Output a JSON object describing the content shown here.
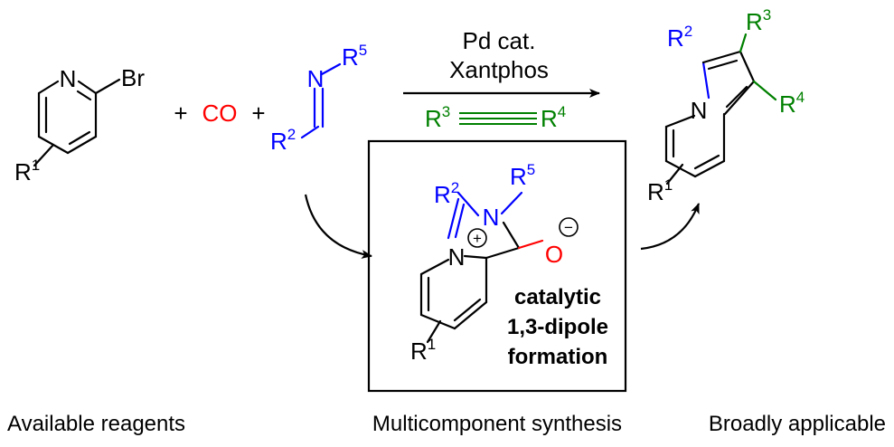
{
  "colors": {
    "black": "#000000",
    "blue": "#0000ff",
    "red": "#ff0000",
    "green": "#008000"
  },
  "reagent_pyridine": {
    "N": "N",
    "Br": "Br",
    "R1": "R",
    "R1_sup": "1"
  },
  "plus1": "+",
  "co": "CO",
  "plus2": "+",
  "imine": {
    "N": "N",
    "R5": "R",
    "R5_sup": "5",
    "R2": "R",
    "R2_sup": "2"
  },
  "conditions": {
    "line1": "Pd cat.",
    "line2": "Xantphos",
    "alkyne_R3": "R",
    "alkyne_R3_sup": "3",
    "alkyne_R4": "R",
    "alkyne_R4_sup": "4"
  },
  "product": {
    "R2": "R",
    "R2_sup": "2",
    "R3": "R",
    "R3_sup": "3",
    "R4": "R",
    "R4_sup": "4",
    "N": "N",
    "R1": "R",
    "R1_sup": "1"
  },
  "dipole": {
    "R2": "R",
    "R2_sup": "2",
    "R5": "R",
    "R5_sup": "5",
    "N_top": "N",
    "N_ring": "N",
    "plus_charge": "+",
    "O": "O",
    "minus_charge": "−",
    "R1": "R",
    "R1_sup": "1",
    "label_line1": "catalytic",
    "label_line2": "1,3-dipole",
    "label_line3": "formation"
  },
  "captions": {
    "left": "Available reagents",
    "center": "Multicomponent synthesis",
    "right": "Broadly applicable"
  }
}
